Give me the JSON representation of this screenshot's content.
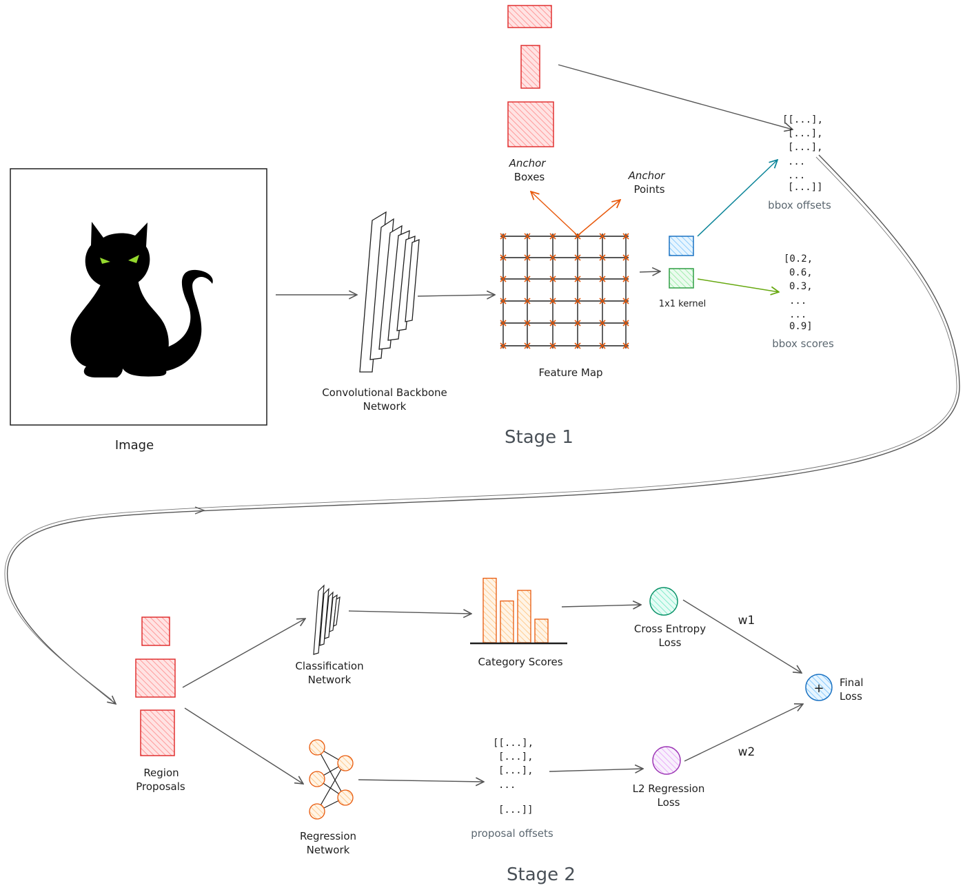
{
  "colors": {
    "red": "#e03131",
    "red_fill": "#ffc9c9",
    "orange": "#e8590c",
    "blue": "#1971c2",
    "blue_fill": "#a5d8ff",
    "green": "#2f9e44",
    "green_fill": "#b2f2bb",
    "teal_arrow": "#0c8599",
    "green_arrow": "#66a80f",
    "bar_fill": "#ffd8a8",
    "teal_fill": "#96f2d7",
    "purple_fill": "#eebefa",
    "ink": "#1e1e1e"
  },
  "image": {
    "label": "Image",
    "content": "cat-silhouette"
  },
  "backbone": {
    "label_line1": "Convolutional Backbone",
    "label_line2": "Network"
  },
  "feature_map": {
    "label": "Feature Map"
  },
  "anchors": {
    "boxes_line1": "Anchor",
    "boxes_line2": "Boxes",
    "points_line1": "Anchor",
    "points_line2": "Points"
  },
  "kernel": {
    "label": "1x1 kernel"
  },
  "bbox_offsets": {
    "lines": [
      "[[...],",
      "[...],",
      "[...],",
      "...",
      "...",
      "[...]]"
    ],
    "label": "bbox offsets"
  },
  "bbox_scores": {
    "lines": [
      "[0.2,",
      "0.6,",
      "0.3,",
      "...",
      "...",
      "0.9]"
    ],
    "label": "bbox scores"
  },
  "stage1": {
    "label": "Stage 1"
  },
  "stage2": {
    "label": "Stage 2"
  },
  "region_proposals": {
    "label_line1": "Region",
    "label_line2": "Proposals"
  },
  "classification": {
    "label_line1": "Classification",
    "label_line2": "Network"
  },
  "category_scores": {
    "label": "Category Scores",
    "relative_bar_heights": [
      0.85,
      0.55,
      0.69,
      0.31
    ]
  },
  "cross_entropy": {
    "label_line1": "Cross Entropy",
    "label_line2": "Loss"
  },
  "regression": {
    "label_line1": "Regression",
    "label_line2": "Network"
  },
  "proposal_offsets": {
    "lines": [
      "[[...],",
      "[...],",
      "[...],",
      "...",
      "[...]]"
    ],
    "label": "proposal offsets"
  },
  "l2_loss": {
    "label_line1": "L2 Regression",
    "label_line2": "Loss"
  },
  "final_loss": {
    "label_line1": "Final",
    "label_line2": "Loss",
    "symbol": "+"
  },
  "weights": {
    "w1": "w1",
    "w2": "w2"
  }
}
